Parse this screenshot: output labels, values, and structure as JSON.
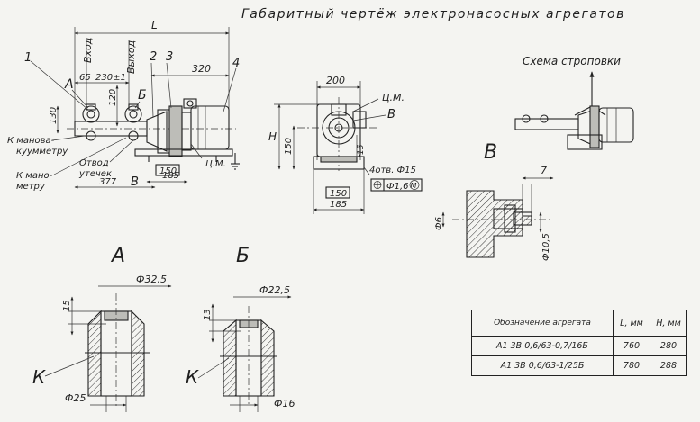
{
  "title": "Габаритный чертёж электронасосных агрегатов",
  "main_view": {
    "dims": {
      "L": "L",
      "inlet": "Вход",
      "outlet": "Выход",
      "d65": "65",
      "d230": "230±1",
      "d320": "320",
      "d120": "120",
      "d130": "130",
      "d377": "377",
      "d185": "185",
      "d150": "150"
    },
    "callouts": {
      "c1": "1",
      "c2": "2",
      "c3": "3",
      "c4": "4",
      "A": "А",
      "B": "Б",
      "V": "В",
      "cm": "Ц.М."
    },
    "notes": {
      "gauge_vacuum": "К манова-\nкуумметру",
      "gauge": "К мано-\nметру",
      "drain": "Отвод\nутечек"
    }
  },
  "side_view": {
    "d200": "200",
    "H": "H",
    "d150": "150",
    "d15": "15",
    "d185": "185",
    "box150": "150",
    "holes": "4отв. Ф15",
    "tol": "Ф1,6",
    "tol_mod": "М",
    "cm": "Ц.М.",
    "V": "В"
  },
  "rigging": {
    "title": "Схема строповки"
  },
  "detail_v": {
    "label": "В",
    "d7": "7",
    "d6": "Ф6",
    "d105": "Ф10,5"
  },
  "detail_a": {
    "label": "А",
    "d32": "Ф32,5",
    "d15": "15",
    "d25": "Ф25",
    "k": "К"
  },
  "detail_b": {
    "label": "Б",
    "d22": "Ф22,5",
    "d13": "13",
    "d16": "Ф16",
    "k": "К"
  },
  "spec_table": {
    "headers": [
      "Обозначение агрегата",
      "L, мм",
      "H, мм"
    ],
    "rows": [
      [
        "А1 3В 0,6/63-0,7/16Б",
        "760",
        "280"
      ],
      [
        "А1 3В 0,6/63-1/25Б",
        "780",
        "288"
      ]
    ]
  }
}
